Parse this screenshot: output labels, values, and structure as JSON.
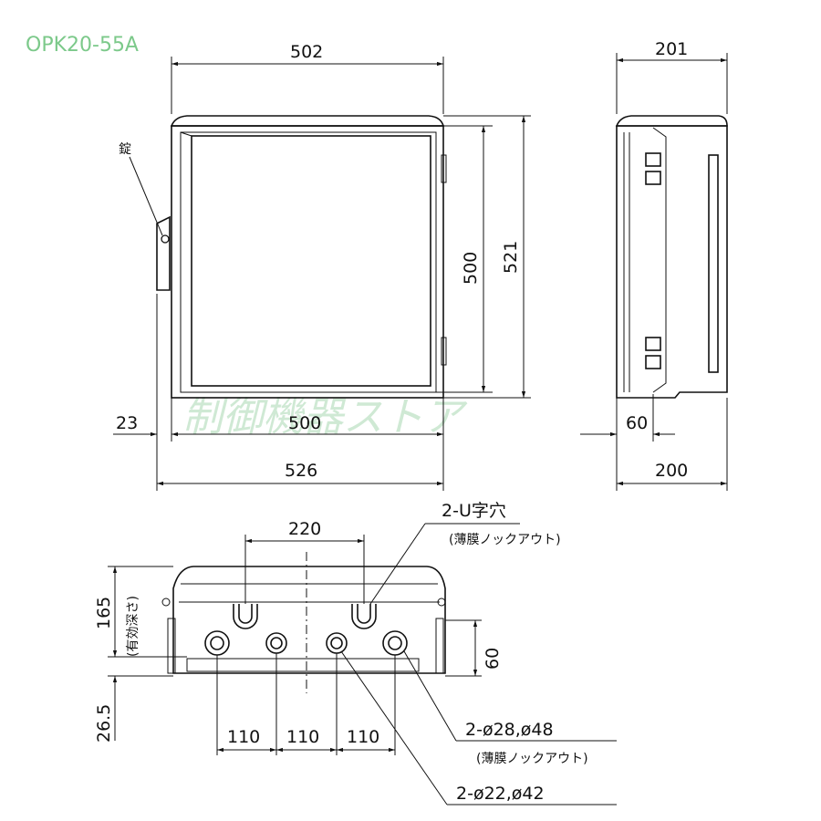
{
  "model": "OPK20-55A",
  "watermark": "制御機器ストア",
  "front_view": {
    "lock_label": "錠",
    "width_top": "502",
    "height_inner": "500",
    "height_outer": "521",
    "offset_left": "23",
    "width_inner": "500",
    "width_outer": "526"
  },
  "side_view": {
    "depth_top": "201",
    "depth_offset": "60",
    "depth_bottom": "200"
  },
  "bottom_view": {
    "u_spacing": "220",
    "u_hole_label": "2-U字穴",
    "knockout_label_1": "(薄膜ノックアウト)",
    "depth_effective": "165",
    "depth_effective_note": "(有効深さ)",
    "flange": "26.5",
    "hole_row_offset": "60",
    "pitch_1": "110",
    "pitch_2": "110",
    "pitch_3": "110",
    "hole_large_label": "2-ø28,ø48",
    "knockout_label_2": "(薄膜ノックアウト)",
    "hole_small_label": "2-ø22,ø42"
  }
}
